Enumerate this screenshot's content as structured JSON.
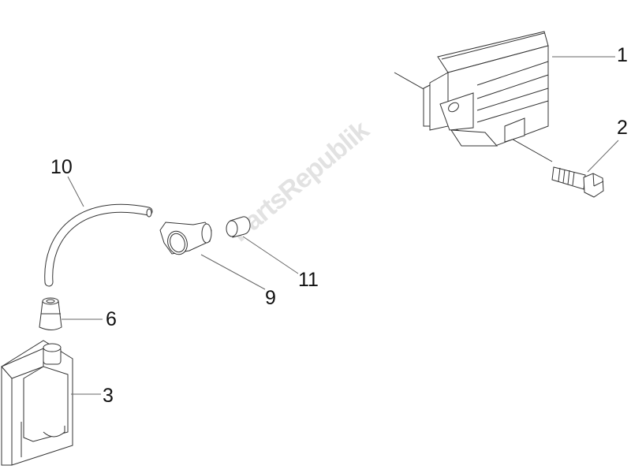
{
  "watermark": "PartsRepublik",
  "colors": {
    "line": "#333333",
    "leader": "#666666",
    "watermark": "#e2e2e2"
  },
  "parts": [
    {
      "ref": "1",
      "name": "voltage-regulator"
    },
    {
      "ref": "2",
      "name": "bolt"
    },
    {
      "ref": "3",
      "name": "ignition-coil"
    },
    {
      "ref": "6",
      "name": "boot"
    },
    {
      "ref": "9",
      "name": "spark-plug-cap"
    },
    {
      "ref": "10",
      "name": "ht-cable"
    },
    {
      "ref": "11",
      "name": "bushing"
    }
  ]
}
